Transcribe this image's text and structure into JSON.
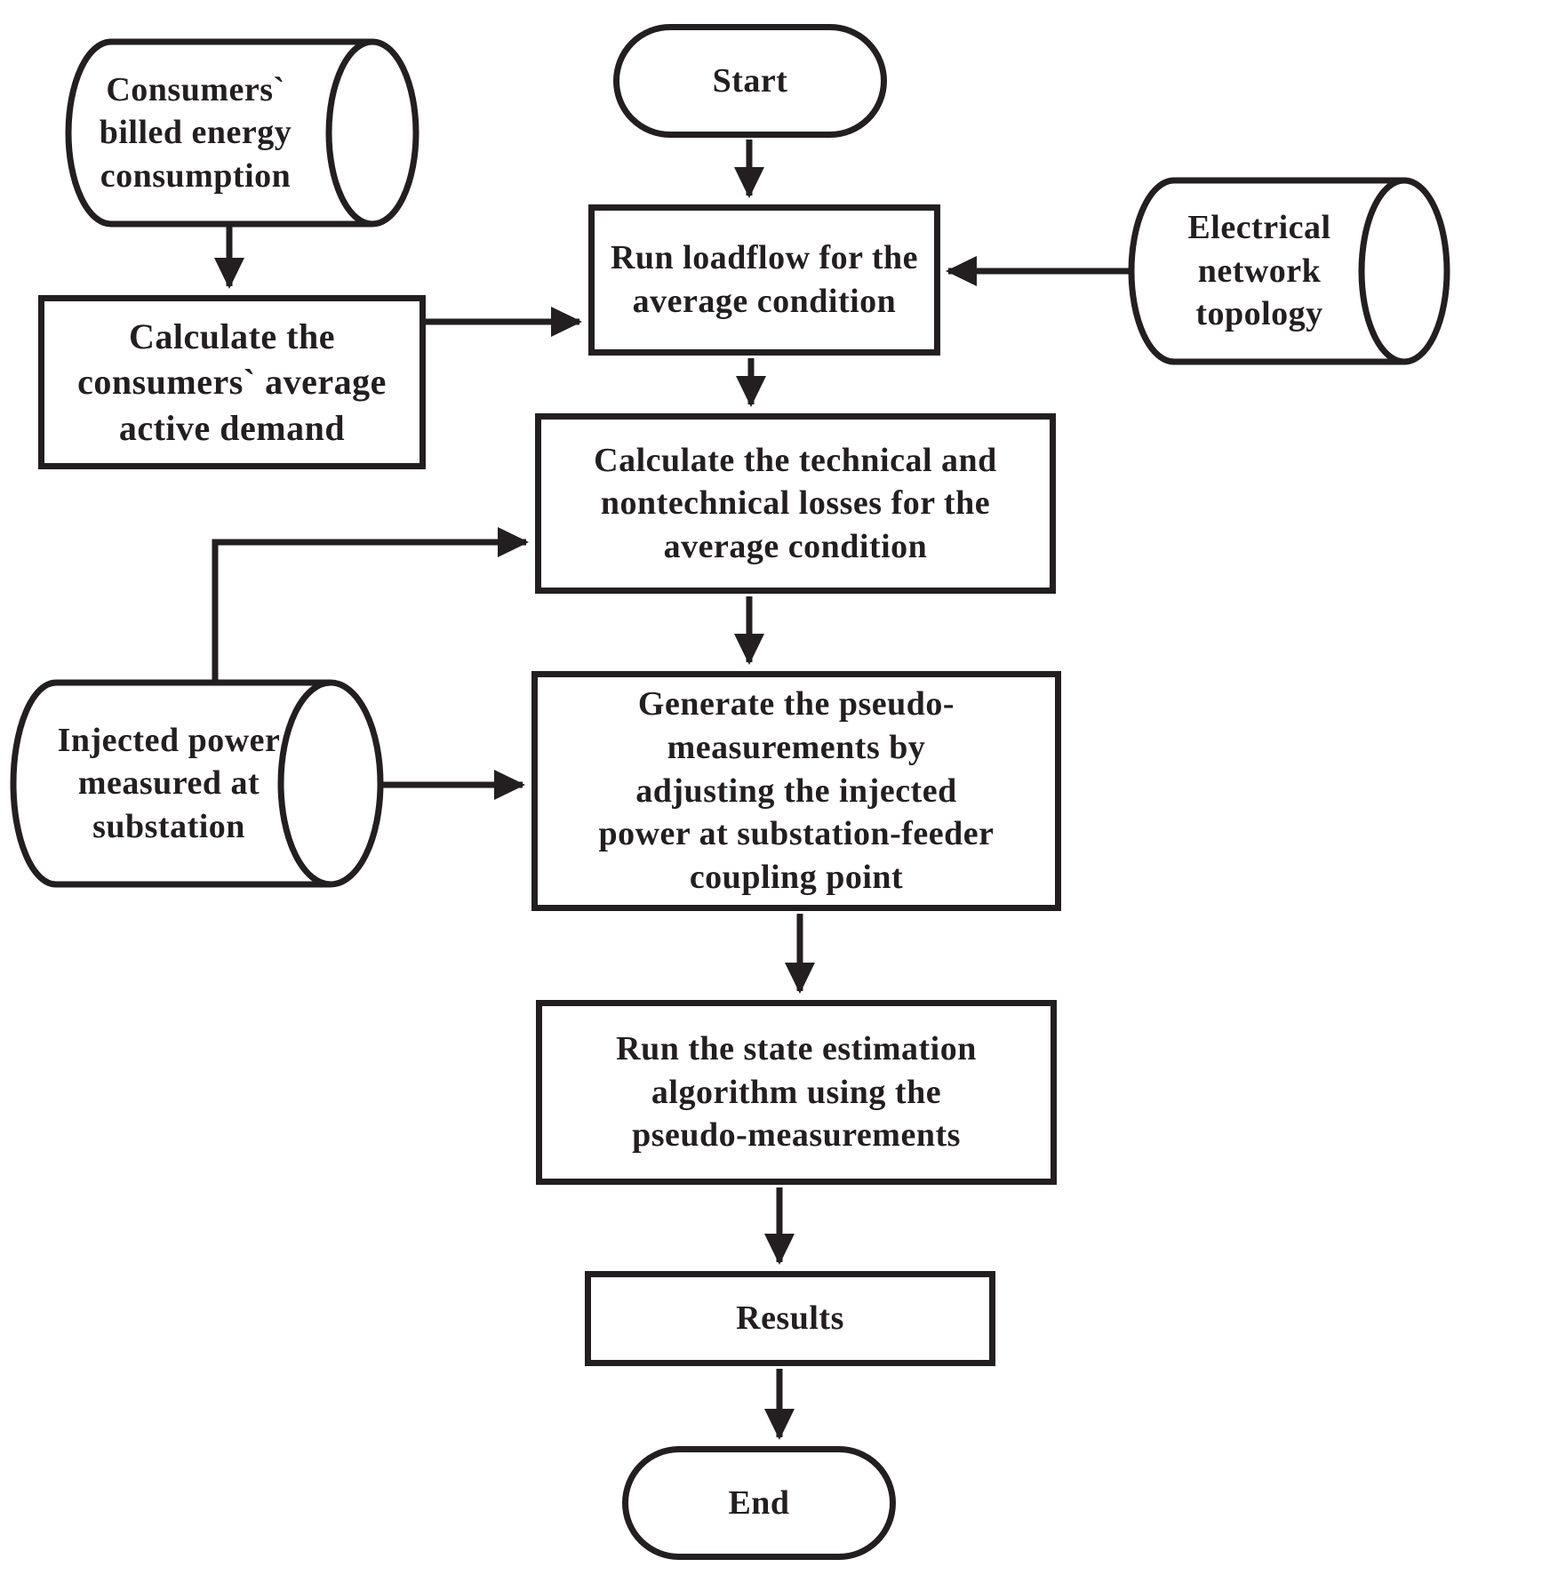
{
  "figure": {
    "type": "flowchart",
    "background": "#ffffff",
    "stroke_color": "#231f20",
    "text_color": "#231f20"
  },
  "nodes": {
    "start": {
      "type": "terminator",
      "label": "Start"
    },
    "consumers_data": {
      "type": "stored-data-cylinder",
      "label": "Consumers`\nbilled energy\nconsumption"
    },
    "calc_avg_demand": {
      "type": "process",
      "label": "Calculate the\nconsumers` average\nactive demand"
    },
    "run_loadflow": {
      "type": "process",
      "label": "Run loadflow for the\naverage condition"
    },
    "network_topology": {
      "type": "stored-data-cylinder",
      "label": "Electrical\nnetwork\ntopology"
    },
    "calc_losses": {
      "type": "process",
      "label": "Calculate the technical and\nnontechnical losses for the\naverage condition"
    },
    "injected_power": {
      "type": "stored-data-cylinder",
      "label": "Injected power\nmeasured at\nsubstation"
    },
    "generate_pseudo": {
      "type": "process",
      "label": "Generate the pseudo-\nmeasurements by\nadjusting the injected\npower at substation-feeder\ncoupling point"
    },
    "run_state_estimation": {
      "type": "process",
      "label": "Run the state estimation\nalgorithm using the\npseudo-measurements"
    },
    "results": {
      "type": "process",
      "label": "Results"
    },
    "end": {
      "type": "terminator",
      "label": "End"
    }
  },
  "edges": [
    {
      "from": "start",
      "to": "run_loadflow"
    },
    {
      "from": "consumers_data",
      "to": "calc_avg_demand"
    },
    {
      "from": "calc_avg_demand",
      "to": "run_loadflow"
    },
    {
      "from": "network_topology",
      "to": "run_loadflow"
    },
    {
      "from": "run_loadflow",
      "to": "calc_losses"
    },
    {
      "from": "injected_power",
      "to": "calc_losses"
    },
    {
      "from": "calc_losses",
      "to": "generate_pseudo"
    },
    {
      "from": "injected_power",
      "to": "generate_pseudo"
    },
    {
      "from": "generate_pseudo",
      "to": "run_state_estimation"
    },
    {
      "from": "run_state_estimation",
      "to": "results"
    },
    {
      "from": "results",
      "to": "end"
    }
  ]
}
